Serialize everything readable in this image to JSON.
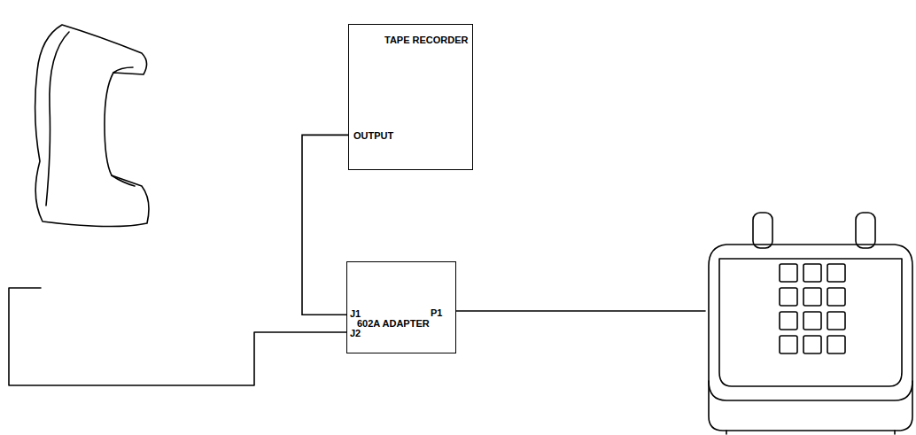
{
  "diagram": {
    "nodes": [
      {
        "text": [
          "TAPE RECORDER",
          "OUTPUT"
        ]
      },
      {
        "text": [
          "J1",
          "602A ADAPTER",
          "P1",
          "J2"
        ]
      }
    ],
    "edges": [
      {
        "from": 0,
        "to": 1,
        "arrow": "none"
      }
    ]
  }
}
